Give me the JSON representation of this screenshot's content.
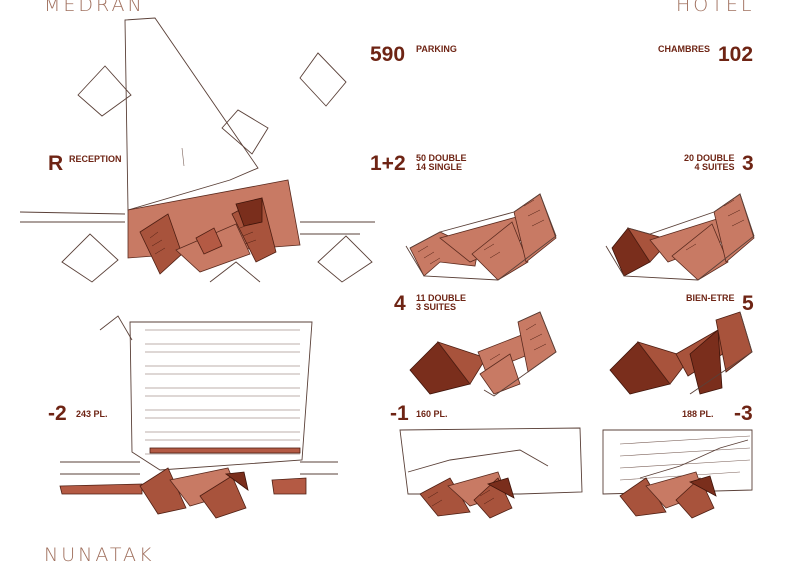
{
  "corners": {
    "top_left": "MEDRAN",
    "top_right": "HOTEL",
    "bottom_left": "NUNATAK"
  },
  "levels": {
    "reception": {
      "code": "R",
      "label": "RECEPTION"
    },
    "parking": {
      "count": "590",
      "label": "PARKING"
    },
    "rooms": {
      "label": "CHAMBRES",
      "count": "102"
    },
    "level_1_2": {
      "code": "1+2",
      "line1": "50 DOUBLE",
      "line2": "14 SINGLE"
    },
    "level_3": {
      "code": "3",
      "line1": "20 DOUBLE",
      "line2": "4 SUITES"
    },
    "level_4": {
      "code": "4",
      "line1": "11 DOUBLE",
      "line2": "3 SUITES"
    },
    "level_5": {
      "code": "5",
      "label": "BIEN-ETRE"
    },
    "level_m1": {
      "code": "-1",
      "label": "160 PL."
    },
    "level_m2": {
      "code": "-2",
      "label": "243 PL."
    },
    "level_m3": {
      "code": "-3",
      "label": "188 PL."
    }
  }
}
